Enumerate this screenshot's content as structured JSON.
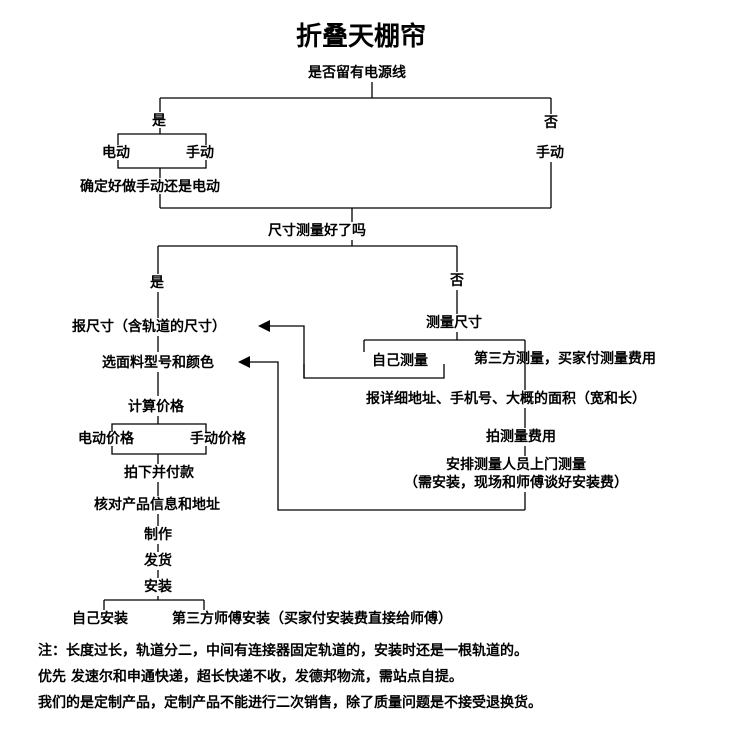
{
  "title": "折叠天棚帘",
  "q_power": "是否留有电源线",
  "yes1": "是",
  "no1": "否",
  "electric1": "电动",
  "manual1": "手动",
  "manual_no": "手动",
  "decide": "确定好做手动还是电动",
  "q_measure": "尺寸测量好了吗",
  "yes2": "是",
  "no2": "否",
  "report_size": "报尺寸（含轨道的尺寸）",
  "choose_model": "选面料型号和颜色",
  "calc_price": "计算价格",
  "electric_price": "电动价格",
  "manual_price": "手动价格",
  "order_pay": "拍下并付款",
  "verify": "核对产品信息和地址",
  "make": "制作",
  "ship": "发货",
  "install": "安装",
  "self_install": "自己安装",
  "third_install": "第三方师傅安装（买家付安装费直接给师傅）",
  "measure": "测量尺寸",
  "self_measure": "自己测量",
  "third_measure": "第三方测量，买家付测量费用",
  "report_addr": "报详细地址、手机号、大概的面积（宽和长）",
  "pay_measure": "拍测量费用",
  "arrange": "安排测量人员上门测量",
  "arrange_note": "（需安装，现场和师傅谈好安装费）",
  "note1": "注：长度过长，轨道分二，中间有连接器固定轨道的，安装时还是一根轨道的。",
  "note2": "优先  发速尔和申通快递，超长快递不收，发德邦物流，需站点自提。",
  "note3": "我们的是定制产品，定制产品不能进行二次销售，除了质量问题是不接受退换货。"
}
